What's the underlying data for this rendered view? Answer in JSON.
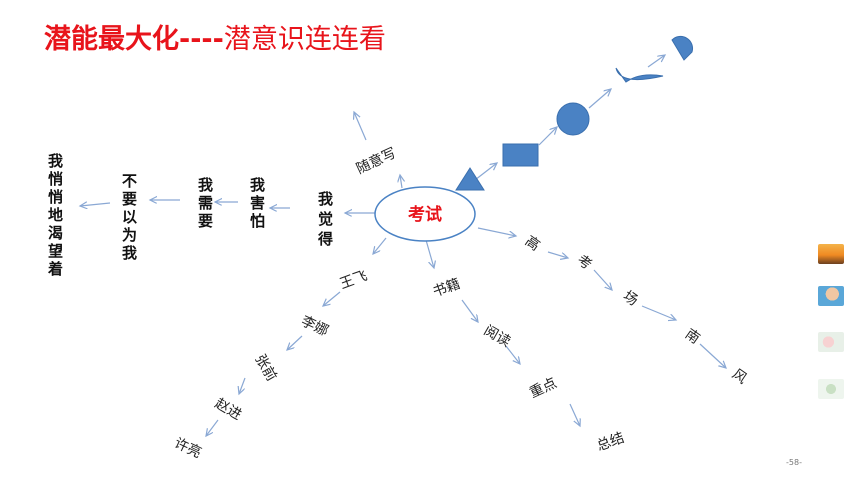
{
  "title": {
    "bold": "潜能最大化----",
    "normal": "潜意识连连看"
  },
  "center": "考试",
  "left_chain": [
    "我觉得",
    "我害怕",
    "我需要",
    "不要以为我",
    "我悄悄地渴望着"
  ],
  "upper": "随意写",
  "names_chain": [
    "王飞",
    "李娜",
    "张前",
    "赵进",
    "许亮"
  ],
  "books_chain": [
    "书籍",
    "阅读",
    "重点",
    "总结"
  ],
  "gaokao_chain": [
    "高",
    "考",
    "场",
    "南",
    "风"
  ],
  "shapes": [
    "triangle",
    "square",
    "circle",
    "half-moon",
    "half-circle"
  ],
  "colors": {
    "title": "#e8141b",
    "shape": "#4a82c4",
    "arrow": "#8aa8d4"
  },
  "page_number": "-58-"
}
